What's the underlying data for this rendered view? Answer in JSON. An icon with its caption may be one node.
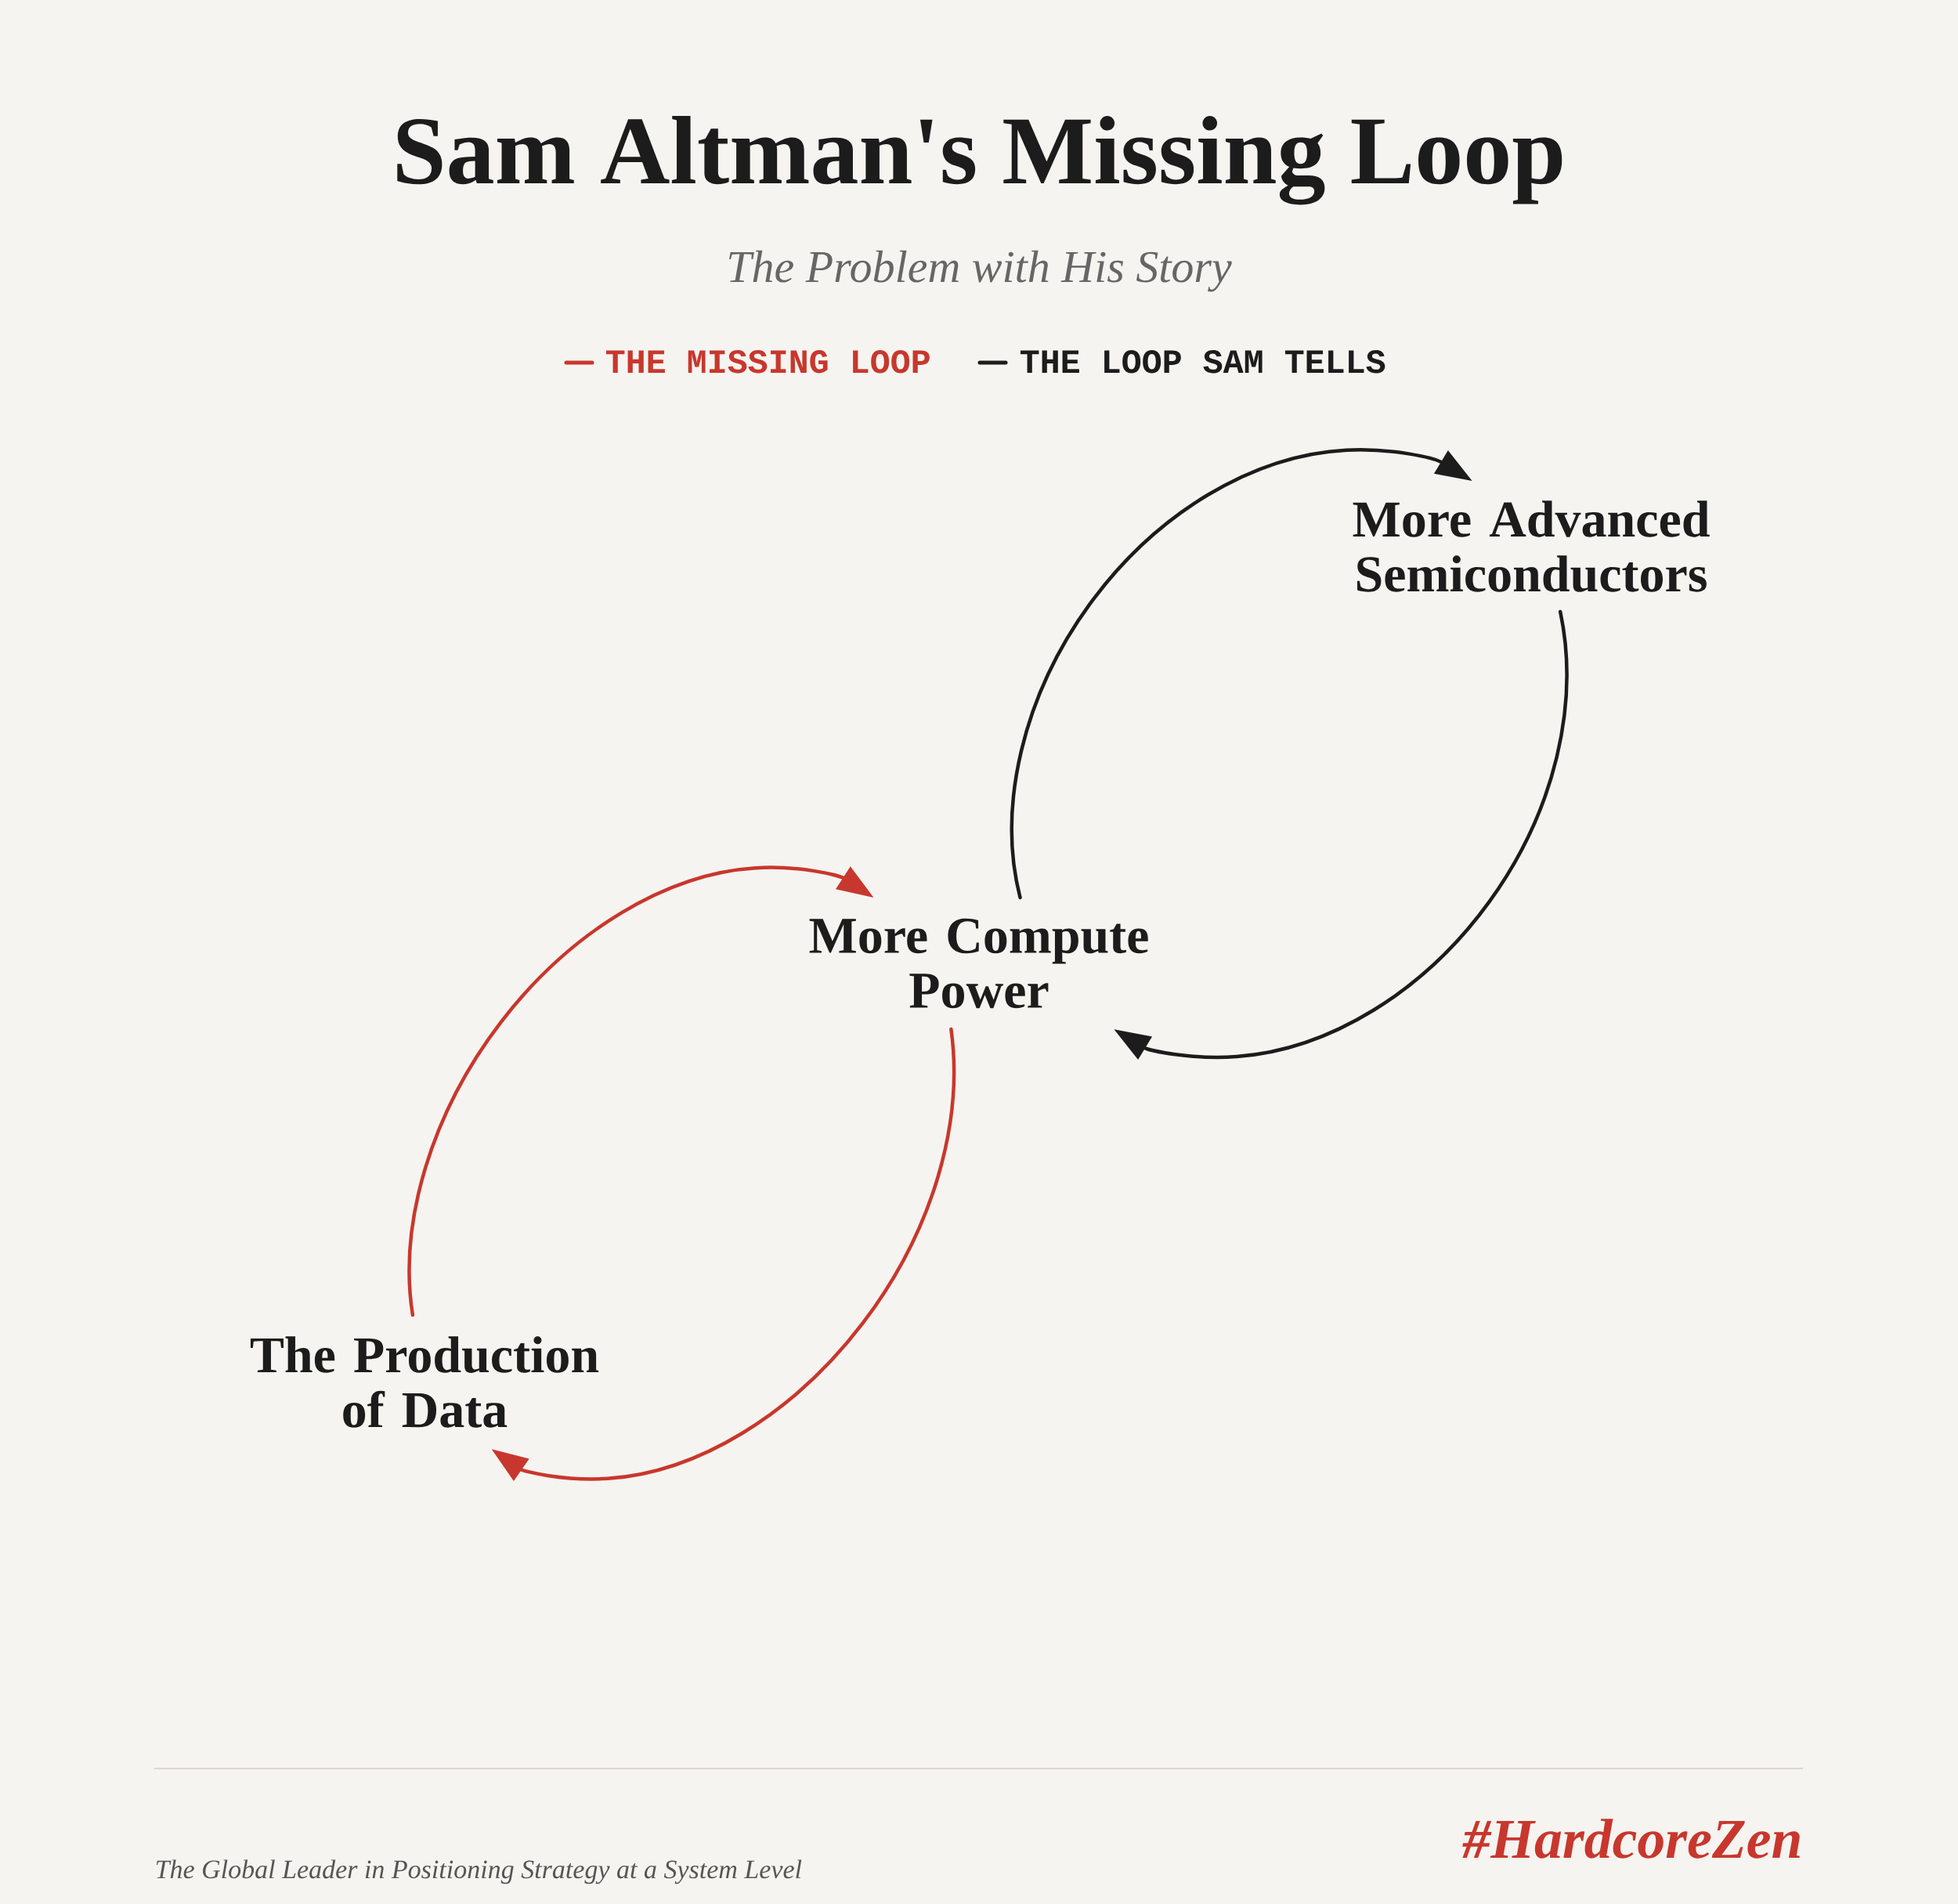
{
  "diagram": {
    "title": "Sam Altman's Missing Loop",
    "nodes": [
      {
        "text": [
          "More Advanced Semiconductors"
        ]
      },
      {
        "text": [
          "More Compute Power"
        ]
      },
      {
        "text": [
          "The Production of Data"
        ]
      }
    ],
    "edges": [
      {
        "from": 1,
        "to": 0,
        "arrow": "to"
      },
      {
        "from": 0,
        "to": 1,
        "arrow": "to"
      },
      {
        "from": 2,
        "to": 1,
        "arrow": "to",
        "color": "#c8372d"
      },
      {
        "from": 1,
        "to": 2,
        "arrow": "to",
        "color": "#c8372d"
      }
    ],
    "labels": [
      "The Problem with His Story",
      "The Global Leader in Positioning Strategy at a System Level",
      "#HardcoreZen"
    ],
    "legend": [
      {
        "text": "THE MISSING LOOP"
      },
      {
        "text": "THE LOOP SAM TELLS"
      }
    ]
  }
}
